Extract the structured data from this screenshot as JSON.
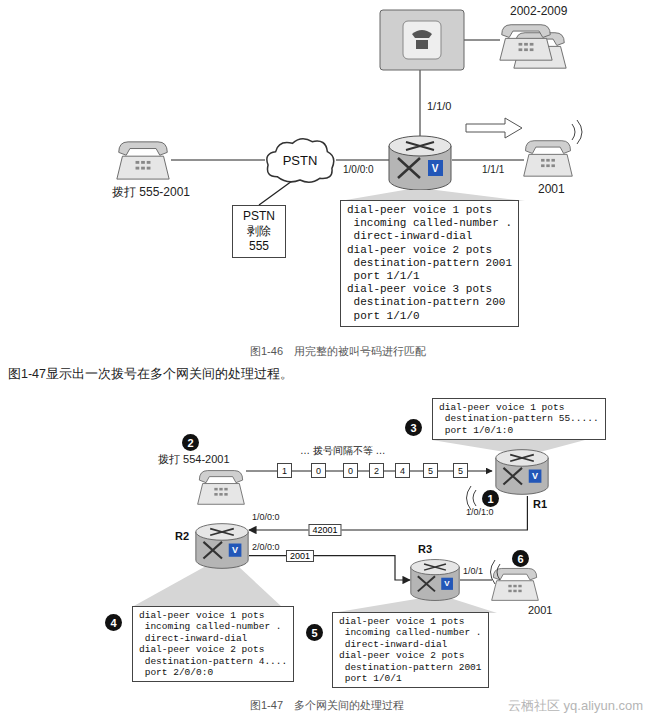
{
  "diagram": {
    "caption": "图1-46　用完整的被叫号码进行匹配",
    "nodes": [
      {
        "text": [
          "PSTN"
        ]
      },
      {
        "text": [
          "PSTN 剥除 555"
        ]
      },
      {
        "text": [
          "dial-peer voice 1 pots",
          " incoming called-number .",
          " direct-inward-dial",
          "dial-peer voice 2 pots",
          " destination-pattern 2001",
          " port 1/1/1",
          "dial-peer voice 3 pots",
          " destination-pattern 200",
          " port 1/1/0"
        ]
      },
      {
        "text": [
          "dial-peer voice 1 pots",
          " destination-pattern 55.....",
          " port 1/0/1:0"
        ]
      },
      {
        "text": [
          "3"
        ]
      },
      {
        "text": [
          "2"
        ]
      },
      {
        "text": [
          "1"
        ]
      },
      {
        "text": [
          "0"
        ]
      },
      {
        "text": [
          "0"
        ]
      },
      {
        "text": [
          "2"
        ]
      },
      {
        "text": [
          "4"
        ]
      },
      {
        "text": [
          "5"
        ]
      },
      {
        "text": [
          "5"
        ]
      },
      {
        "text": [
          "R1"
        ]
      },
      {
        "text": [
          "1"
        ]
      },
      {
        "text": [
          "R2"
        ]
      },
      {
        "text": [
          "R3"
        ]
      },
      {
        "text": [
          "6"
        ]
      },
      {
        "text": [
          "dial-peer voice 1 pots",
          " incoming called-number .",
          " direct-inward-dial",
          "dial-peer voice 2 pots",
          " destination-pattern 4....",
          " port 2/0/0:0"
        ]
      },
      {
        "text": [
          "4"
        ]
      },
      {
        "text": [
          "dial-peer voice 1 pots",
          " incoming called-number .",
          " direct-inward-dial",
          "dial-peer voice 2 pots",
          " destination-pattern 2001",
          " port 1/0/1"
        ]
      },
      {
        "text": [
          "5"
        ]
      }
    ],
    "edges": [
      {
        "from": 1,
        "to": 0,
        "arrow": "none"
      },
      {
        "from": 13,
        "to": 15,
        "label": "42001",
        "arrow": "to"
      },
      {
        "from": 15,
        "to": 16,
        "label": "2001",
        "arrow": "to"
      }
    ],
    "labels": [
      "2002-2009",
      "1/1/0",
      "拨打 555-2001",
      "1/0/0:0",
      "1/1/1",
      "2001",
      "V",
      "图1-47显示出一次拨号在多个网关间的处理过程。",
      "拨打 554-2001",
      "… 拨号间隔不等 …",
      "V",
      "1/0/1:0",
      "1/0/0:0",
      "V",
      "2/0/0:0",
      "V",
      "1/0/1",
      "2001",
      "图1-47　多个网关间的处理过程",
      "云栖社区 yq.aliyun.com"
    ]
  }
}
